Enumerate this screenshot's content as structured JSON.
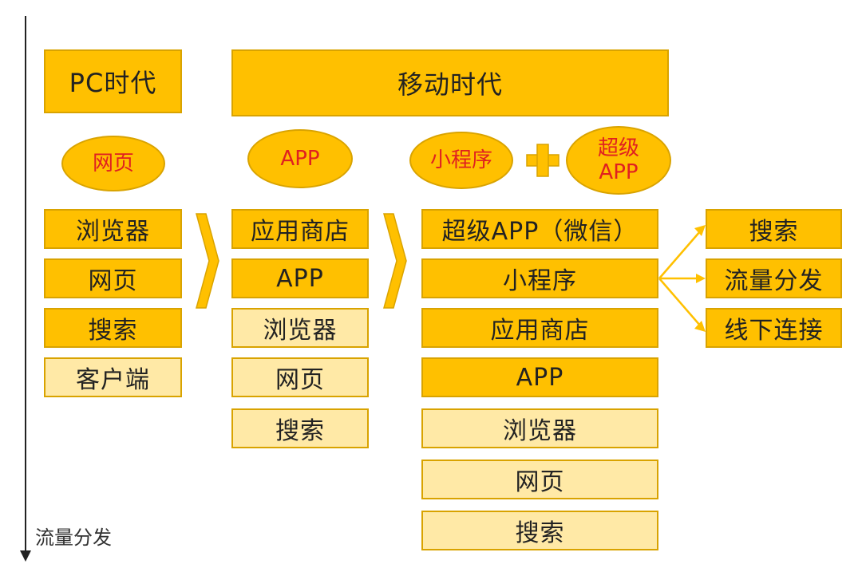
{
  "timeline": {
    "label": "流量分发"
  },
  "pc": {
    "header": "PC时代",
    "oval": "网页",
    "stack": [
      {
        "label": "浏览器",
        "tone": "dark"
      },
      {
        "label": "网页",
        "tone": "dark"
      },
      {
        "label": "搜索",
        "tone": "dark"
      },
      {
        "label": "客户端",
        "tone": "light"
      }
    ]
  },
  "mobile": {
    "header": "移动时代",
    "app_oval": "APP",
    "app_stack": [
      {
        "label": "应用商店",
        "tone": "dark"
      },
      {
        "label": "APP",
        "tone": "dark"
      },
      {
        "label": "浏览器",
        "tone": "light"
      },
      {
        "label": "网页",
        "tone": "light"
      },
      {
        "label": "搜索",
        "tone": "light"
      }
    ],
    "miniprogram_oval": "小程序",
    "super_app_oval": {
      "line1": "超级",
      "line2": "APP"
    },
    "miniprogram_stack": [
      {
        "label": "超级APP（微信）",
        "tone": "dark"
      },
      {
        "label": "小程序",
        "tone": "dark"
      },
      {
        "label": "应用商店",
        "tone": "dark"
      },
      {
        "label": "APP",
        "tone": "dark"
      },
      {
        "label": "浏览器",
        "tone": "light"
      },
      {
        "label": "网页",
        "tone": "light"
      },
      {
        "label": "搜索",
        "tone": "light"
      }
    ],
    "outputs": [
      "搜索",
      "流量分发",
      "线下连接"
    ]
  },
  "colors": {
    "dark": "#ffc000",
    "light": "#ffe9a6",
    "border": "#d9a300",
    "oval_text": "#e02020"
  }
}
